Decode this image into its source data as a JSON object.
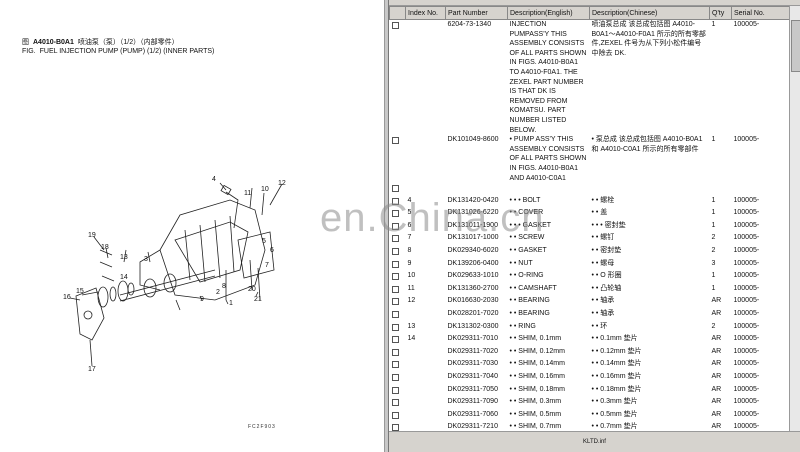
{
  "figure": {
    "fig_label_cn": "图",
    "fig_label_en": "FIG.",
    "code": "A4010-B0A1",
    "title_cn": "喷油泵（泵）（1/2）（内部零件）",
    "title_en": "FUEL INJECTION PUMP (PUMP) (1/2) (INNER PARTS)",
    "footer": "FC2F903",
    "callouts": [
      "4",
      "12",
      "10",
      "11",
      "19",
      "18",
      "5",
      "13",
      "6",
      "3",
      "7",
      "8",
      "14",
      "9",
      "16",
      "15",
      "2",
      "20",
      "1",
      "21",
      "17"
    ]
  },
  "table": {
    "headers": [
      "Index No.",
      "Part Number",
      "Description(English)",
      "Description(Chinese)",
      "Q'ty",
      "Serial No."
    ],
    "rows": [
      {
        "index": "",
        "part": "6204-73-1340",
        "en": "INJECTION PUMPASS'Y THIS ASSEMBLY CONSISTS OF ALL PARTS SHOWN IN FIGS. A4010-B0A1 TO A4010-F0A1. THE ZEXEL PART NUMBER IS THAT DK IS REMOVED FROM KOMATSU. PART NUMBER LISTED BELOW.",
        "cn": "喷油泵总成 该总成包括图 A4010-B0A1～A4010-F0A1 所示的所有零部件,ZEXEL 件号为从下列小松件编号中除去 DK.",
        "qty": "1",
        "serial": "100005-"
      },
      {
        "index": "",
        "part": "DK101049-8600",
        "en": "• PUMP ASS'Y THIS ASSEMBLY CONSISTS OF ALL PARTS SHOWN IN FIGS. A4010-B0A1 AND A4010-C0A1",
        "cn": "• 泵总成 该总成包括图 A4010-B0A1 和 A4010-C0A1 所示的所有零部件",
        "qty": "1",
        "serial": "100005-"
      },
      {
        "index": "",
        "part": "",
        "en": "",
        "cn": "",
        "qty": "",
        "serial": ""
      },
      {
        "index": "4",
        "part": "DK131420-0420",
        "en": "• • • BOLT",
        "cn": "• • 螺栓",
        "qty": "1",
        "serial": "100005-"
      },
      {
        "index": "5",
        "part": "DK131026-6220",
        "en": "• • COVER",
        "cn": "• • 盖",
        "qty": "1",
        "serial": "100005-"
      },
      {
        "index": "6",
        "part": "DK131011-1900",
        "en": "• • • GASKET",
        "cn": "• • • 密封垫",
        "qty": "1",
        "serial": "100005-"
      },
      {
        "index": "7",
        "part": "DK131017-1000",
        "en": "• • SCREW",
        "cn": "• • 螺钉",
        "qty": "2",
        "serial": "100005-"
      },
      {
        "index": "8",
        "part": "DK029340-6020",
        "en": "• • GASKET",
        "cn": "• • 密封垫",
        "qty": "2",
        "serial": "100005-"
      },
      {
        "index": "9",
        "part": "DK139206-0400",
        "en": "• • NUT",
        "cn": "• • 螺母",
        "qty": "3",
        "serial": "100005-"
      },
      {
        "index": "10",
        "part": "DK029633-1010",
        "en": "• • O-RING",
        "cn": "• • O 形圈",
        "qty": "1",
        "serial": "100005-"
      },
      {
        "index": "11",
        "part": "DK131360-2700",
        "en": "• • CAMSHAFT",
        "cn": "• • 凸轮轴",
        "qty": "1",
        "serial": "100005-"
      },
      {
        "index": "12",
        "part": "DK016630-2030",
        "en": "• • BEARING",
        "cn": "• • 轴承",
        "qty": "AR",
        "serial": "100005-"
      },
      {
        "index": "",
        "part": "DK028201-7020",
        "en": "• • BEARING",
        "cn": "• • 轴承",
        "qty": "AR",
        "serial": "100005-"
      },
      {
        "index": "13",
        "part": "DK131302-0300",
        "en": "• • RING",
        "cn": "• • 环",
        "qty": "2",
        "serial": "100005-"
      },
      {
        "index": "14",
        "part": "DK029311-7010",
        "en": "• • SHIM, 0.1mm",
        "cn": "• • 0.1mm 垫片",
        "qty": "AR",
        "serial": "100005-"
      },
      {
        "index": "",
        "part": "DK029311-7020",
        "en": "• • SHIM, 0.12mm",
        "cn": "• • 0.12mm 垫片",
        "qty": "AR",
        "serial": "100005-"
      },
      {
        "index": "",
        "part": "DK029311-7030",
        "en": "• • SHIM, 0.14mm",
        "cn": "• • 0.14mm 垫片",
        "qty": "AR",
        "serial": "100005-"
      },
      {
        "index": "",
        "part": "DK029311-7040",
        "en": "• • SHIM, 0.16mm",
        "cn": "• • 0.16mm 垫片",
        "qty": "AR",
        "serial": "100005-"
      },
      {
        "index": "",
        "part": "DK029311-7050",
        "en": "• • SHIM, 0.18mm",
        "cn": "• • 0.18mm 垫片",
        "qty": "AR",
        "serial": "100005-"
      },
      {
        "index": "",
        "part": "DK029311-7090",
        "en": "• • SHIM, 0.3mm",
        "cn": "• • 0.3mm 垫片",
        "qty": "AR",
        "serial": "100005-"
      },
      {
        "index": "",
        "part": "DK029311-7060",
        "en": "• • SHIM, 0.5mm",
        "cn": "• • 0.5mm 垫片",
        "qty": "AR",
        "serial": "100005-"
      },
      {
        "index": "",
        "part": "DK029311-7210",
        "en": "• • SHIM, 0.7mm",
        "cn": "• • 0.7mm 垫片",
        "qty": "AR",
        "serial": "100005-"
      }
    ]
  },
  "status": {
    "text": "KLTD.inf"
  },
  "watermark": "en.China.cn"
}
